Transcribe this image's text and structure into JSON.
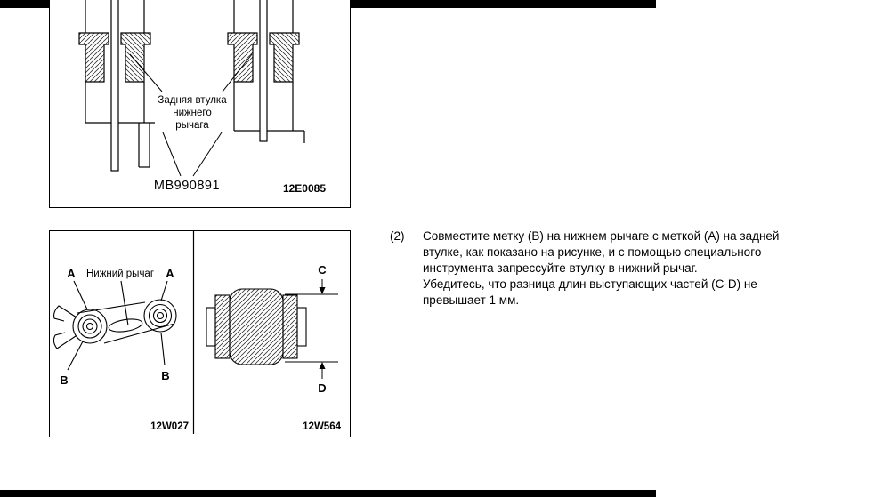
{
  "figure_top": {
    "label_lines": [
      "Задняя втулка",
      "нижнего",
      "рычага"
    ],
    "tool_number": "MB990891",
    "figure_code": "12E0085"
  },
  "figure_bottom": {
    "label_a_left": "A",
    "label_arm": "Нижний рычаг",
    "label_a_right": "A",
    "label_b_left": "B",
    "label_b_right": "B",
    "figure_code_left": "12W027",
    "label_c": "C",
    "label_d": "D",
    "figure_code_right": "12W564"
  },
  "instruction": {
    "number": "(2)",
    "lines": [
      "Совместите метку (B) на нижнем рычаге с меткой (A) на задней",
      "втулке, как показано на рисунке, и с помощью специального",
      "инструмента запрессуйте втулку в нижний рычаг.",
      "Убедитесь, что разница длин выступающих частей (C-D) не",
      "превышает 1 мм."
    ]
  }
}
